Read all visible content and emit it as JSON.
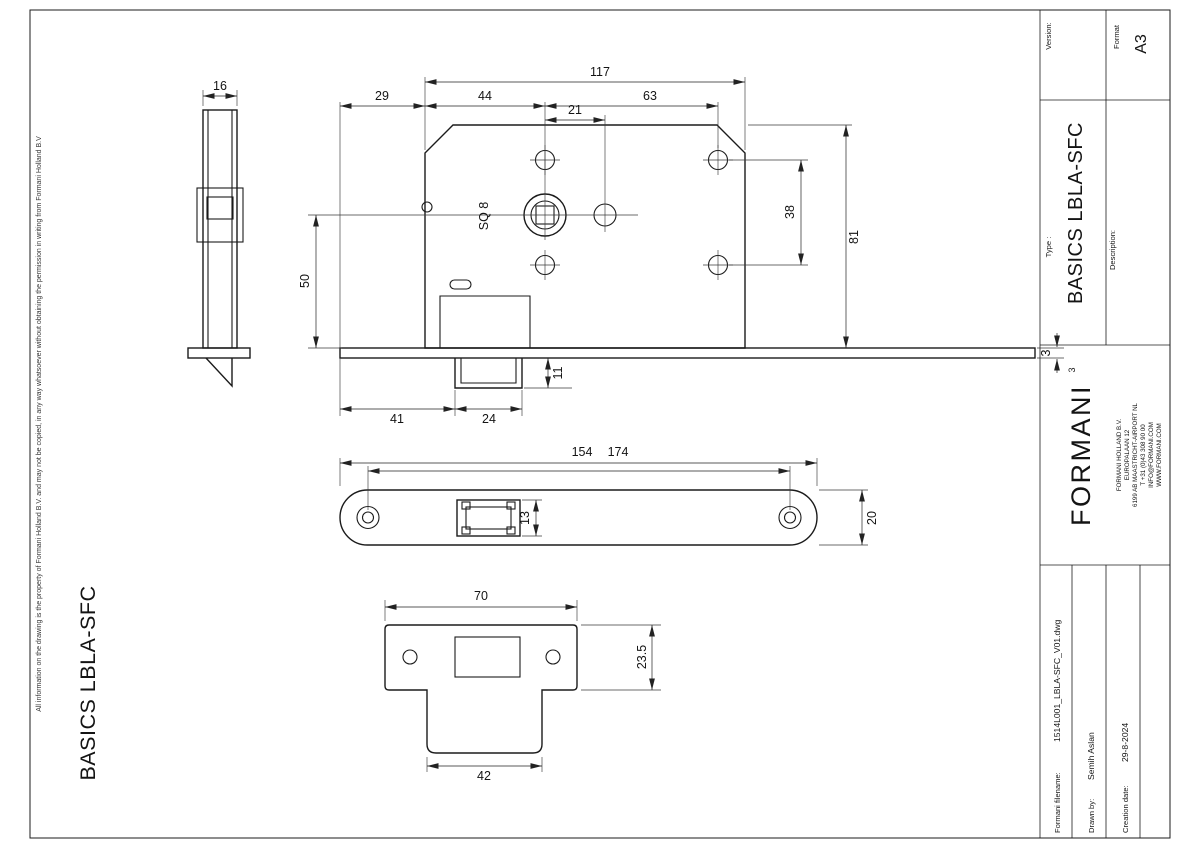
{
  "sheet": {
    "copyright": "All information on the drawing is the property of Formani Holland B.V. and may not be copied, in any way whatsoever without obtaining the permission in writing from Formani Holland B.V",
    "side_title": "BASICS LBLA-SFC"
  },
  "title_block": {
    "version_label": "Version:",
    "format_label": "Format",
    "format_value": "A3",
    "type_label": "Type :",
    "type_value": "BASICS LBLA-SFC",
    "description_label": "Description:",
    "logo_text": "FORMANI",
    "logo_superscript": "3",
    "company_lines": [
      "FORMANI HOLLAND B.V.",
      "EUROPALAAN 12",
      "6199 AB MAASTRICHT-AIRPORT NL",
      "T +31 (0)43 308 90 00",
      "INFO@FORMANI.COM",
      "WWW.FORMANI.COM"
    ],
    "filename_label": "Formani filename:",
    "filename_value": "1514L001_LBLA-SFC_V01.dwg",
    "drawn_by_label": "Drawn by:",
    "drawn_by_value": "Semih Aslan",
    "creation_date_label": "Creation date:",
    "creation_date_value": "29-8-2024"
  },
  "dims": {
    "d16": "16",
    "d29": "29",
    "d44": "44",
    "d117": "117",
    "d63": "63",
    "d21": "21",
    "sq8": "SQ 8",
    "d38": "38",
    "d81": "81",
    "d50": "50",
    "d3": "3",
    "d11": "11",
    "d41": "41",
    "d24": "24",
    "d154": "154",
    "d174": "174",
    "d13": "13",
    "d20": "20",
    "d70": "70",
    "d23_5": "23.5",
    "d42": "42"
  }
}
